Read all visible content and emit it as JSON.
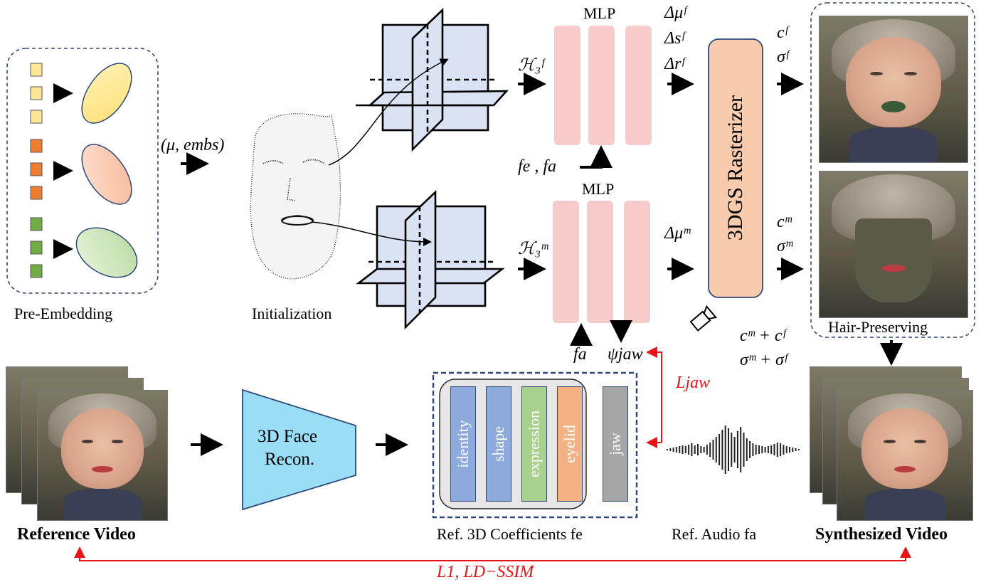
{
  "pre_embedding": {
    "label": "Pre-Embedding"
  },
  "embed_arrow": {
    "label": "(μ, embs)"
  },
  "initialization": {
    "label": "Initialization"
  },
  "face_branch": {
    "mlp_label": "MLP",
    "input_label": "ℋ₃ᶠ",
    "conditions_label": "fe , fa",
    "outputs": [
      "Δμᶠ",
      "Δsᶠ",
      "Δrᶠ"
    ]
  },
  "mouth_branch": {
    "mlp_label": "MLP",
    "input_label": "ℋ₃ᵐ",
    "condition_fa": "fa",
    "condition_jaw": "ψjaw",
    "output": "Δμᵐ"
  },
  "rasterizer": {
    "label": "3DGS Rasterizer"
  },
  "raster_outputs": {
    "face": [
      "cᶠ",
      "σᶠ"
    ],
    "mouth": [
      "cᵐ",
      "σᵐ"
    ],
    "combined": [
      "cᵐ + cᶠ",
      "σᵐ + σᶠ"
    ]
  },
  "hair_preserving": {
    "label": "Hair-Preserving"
  },
  "reference_video": {
    "label": "Reference Video"
  },
  "face_recon": {
    "label_line1": "3D Face",
    "label_line2": "Recon."
  },
  "coefficients": {
    "items": [
      "identity",
      "shape",
      "expression",
      "eyelid",
      "jaw"
    ],
    "caption": "Ref. 3D Coefficients fe",
    "colors": [
      "#8ea9db",
      "#8ea9db",
      "#a9d18e",
      "#f4b183",
      "#a6a6a6"
    ]
  },
  "audio": {
    "caption": "Ref. Audio fa"
  },
  "losses": {
    "jaw": "Ljaw",
    "recon": "L1, LD−SSIM"
  },
  "synthesized_video": {
    "label": "Synthesized Video"
  },
  "colors": {
    "dashed_border": "#2f4a7a",
    "mlp_layer": "#f8cbcb",
    "rasterizer": "#f8cbad",
    "triplane": "#dae3f3",
    "loss_red": "#e8141a",
    "recon_trapezoid": "#99ddf7"
  }
}
